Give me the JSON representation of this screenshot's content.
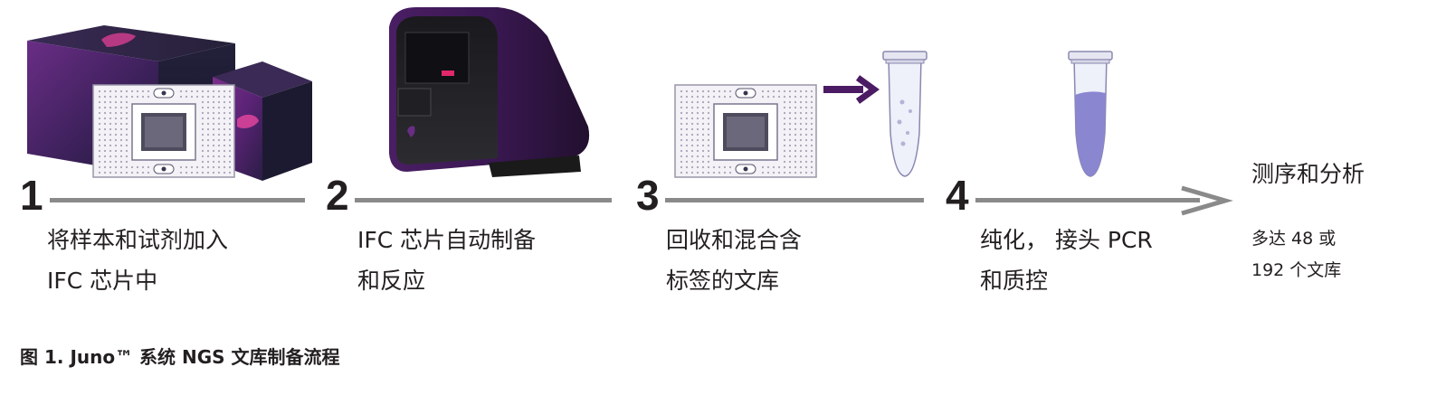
{
  "steps": [
    {
      "number": "1",
      "line1": "将样本和试剂加入",
      "line2": "IFC 芯片中"
    },
    {
      "number": "2",
      "line1": "IFC 芯片自动制备",
      "line2": "和反应"
    },
    {
      "number": "3",
      "line1": "回收和混合含",
      "line2": "标签的文库"
    },
    {
      "number": "4",
      "line1": "纯化， 接头 PCR",
      "line2": "和质控"
    }
  ],
  "final": {
    "title": "测序和分析",
    "line1": "多达 48 或",
    "line2": "192 个文库"
  },
  "caption": "图 1. Juno™ 系统 NGS 文库制备流程",
  "colors": {
    "text": "#231f20",
    "bar": "#8a8a8a",
    "purple": "#4b1b63",
    "accent": "#e0286a"
  }
}
